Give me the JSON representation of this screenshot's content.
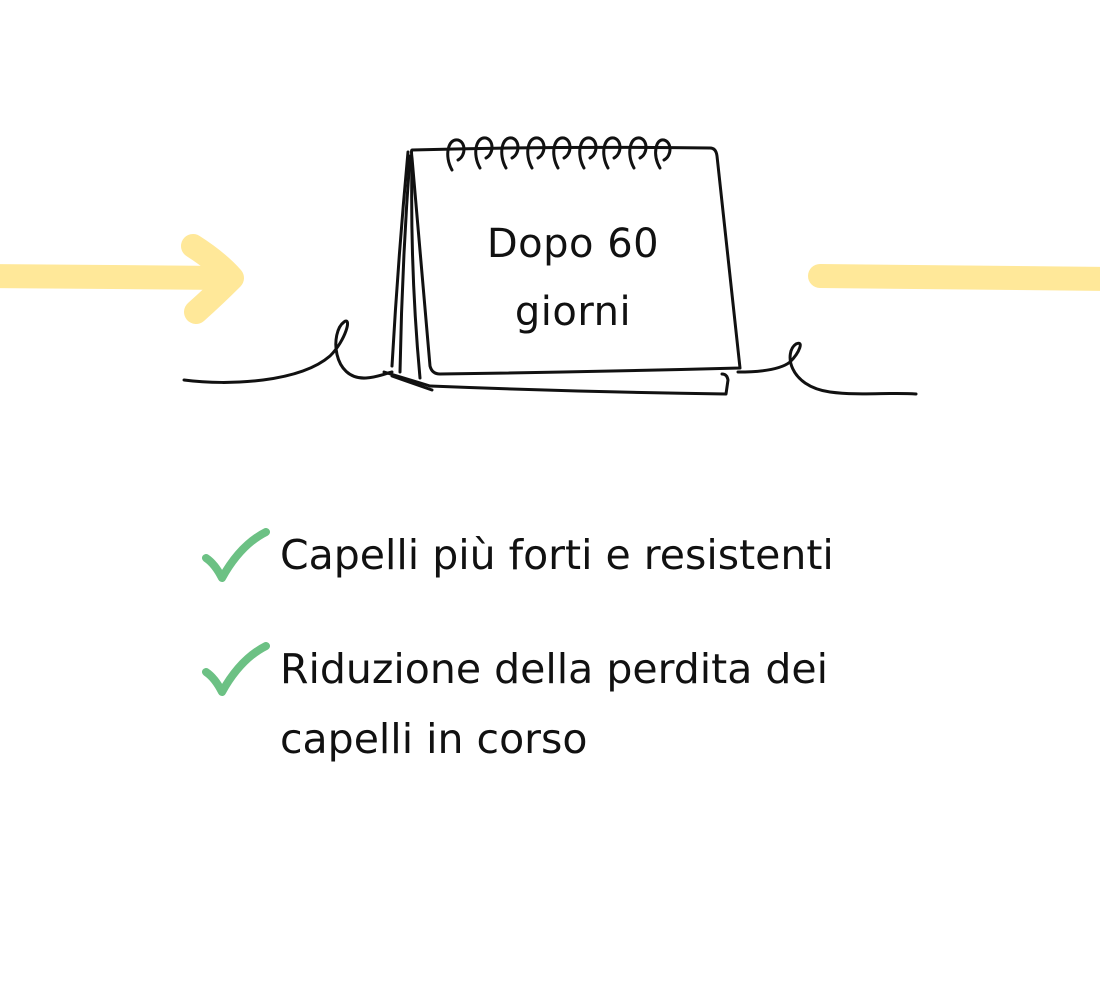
{
  "calendar": {
    "line1": "Dopo 60",
    "line2": "giorni"
  },
  "benefits": [
    {
      "text": "Capelli più forti e resistenti"
    },
    {
      "text": "Riduzione della perdita dei capelli in corso"
    }
  ],
  "colors": {
    "arrow": "#FFE899",
    "check": "#6CC184",
    "ink": "#111111"
  },
  "icons": {
    "arrow": "arrow-right-icon",
    "calendar": "desk-calendar-icon",
    "check": "check-mark-icon"
  }
}
